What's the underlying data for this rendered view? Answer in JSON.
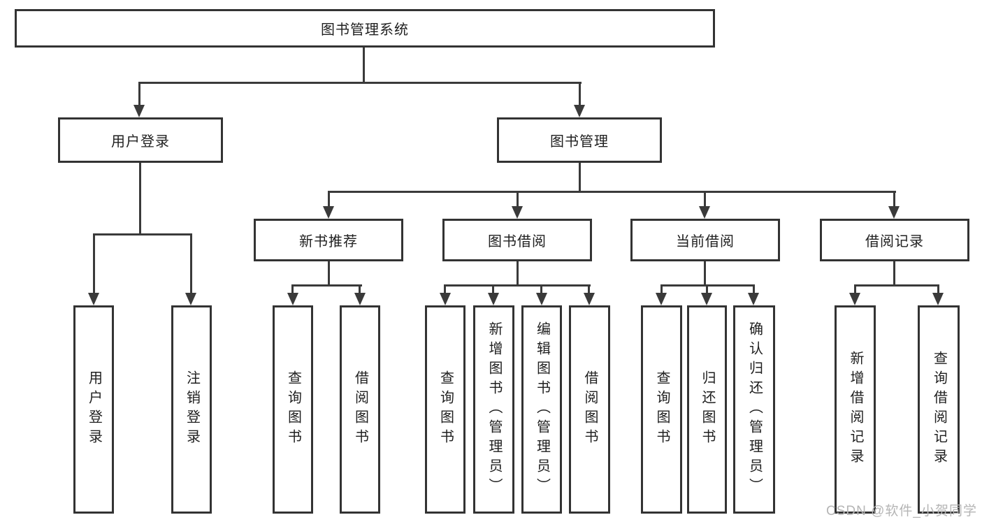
{
  "diagram_title": "图书管理系统",
  "nodes": {
    "root": "图书管理系统",
    "user_login": "用户登录",
    "book_management": "图书管理",
    "new_book_recommend": "新书推荐",
    "book_borrowing": "图书借阅",
    "current_borrowing": "当前借阅",
    "borrow_records": "借阅记录",
    "leaf_user_login": "用户登录",
    "leaf_logout": "注销登录",
    "leaf_nb_query": "查询图书",
    "leaf_nb_borrow": "借阅图书",
    "leaf_bb_query": "查询图书",
    "leaf_bb_add": "新增图书（管理员）",
    "leaf_bb_edit": "编辑图书（管理员）",
    "leaf_bb_borrow": "借阅图书",
    "leaf_cb_query": "查询图书",
    "leaf_cb_return": "归还图书",
    "leaf_cb_confirm": "确认归还（管理员）",
    "leaf_br_add": "新增借阅记录",
    "leaf_br_query": "查询借阅记录"
  },
  "watermark": "CSDN @软件_小贺同学",
  "colors": {
    "line": "#3a3a3a",
    "border": "#333333",
    "text": "#1f1f1f",
    "background": "#ffffff",
    "watermark": "#b5b5b5"
  }
}
